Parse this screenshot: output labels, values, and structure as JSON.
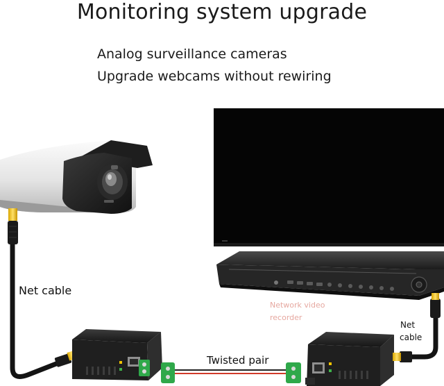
{
  "title": "Monitoring system upgrade",
  "subtitle_lines": [
    "Analog surveillance cameras",
    "Upgrade webcams without rewiring"
  ],
  "labels": {
    "net_cable_left": "Net cable",
    "twisted_pair": "Twisted pair",
    "net_cable_right_line1": "Net",
    "net_cable_right_line2": "cable",
    "nvr_line1": "Network video",
    "nvr_line2": "recorder"
  }
}
